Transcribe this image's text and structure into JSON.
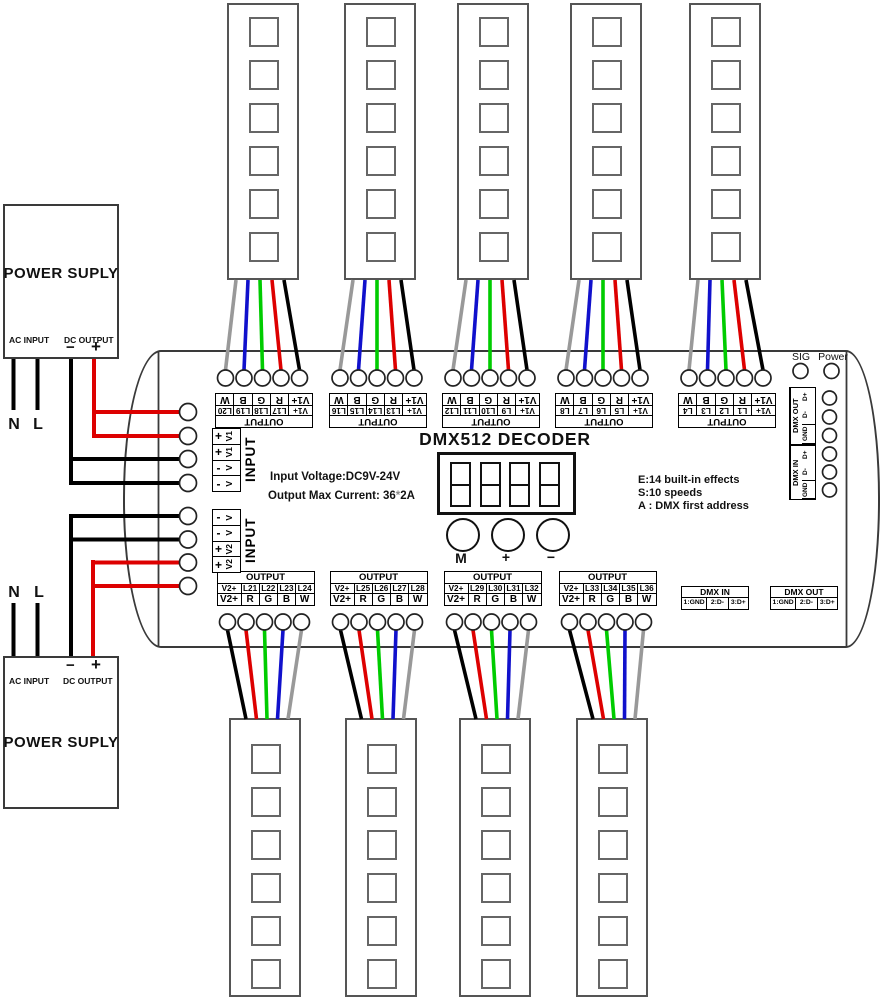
{
  "diagram": {
    "name": "DMX512 decoder wiring diagram"
  },
  "wire_colors": [
    "#999999",
    "#1111cc",
    "#00cc00",
    "#dd0000",
    "#000000"
  ],
  "accent_red": "#dd0000",
  "power_supplies": {
    "top": {
      "title": "POWER SUPLY",
      "ac_label": "AC INPUT",
      "dc_label": "DC OUTPUT",
      "minus": "−",
      "plus": "+",
      "n": "N",
      "l": "L"
    },
    "bottom": {
      "title": "POWER SUPLY",
      "ac_label": "AC INPUT",
      "dc_label": "DC OUTPUT",
      "minus": "−",
      "plus": "+",
      "n": "N",
      "l": "L"
    }
  },
  "decoder": {
    "title": "DMX512 DECODER",
    "specs": {
      "input_voltage": "Input Voltage:DC9V-24V",
      "out_current_1": "Output Max  Current: 36",
      "out_current_star": "*",
      "out_current_2": "2A"
    },
    "notes": [
      "E:14 built-in effects",
      "S:10 speeds",
      "A : DMX first address"
    ],
    "buttons": [
      "M",
      "+",
      "−"
    ],
    "sig_label": "SIG",
    "power_label": "Power",
    "top_output_blocks": [
      {
        "header": "OUTPUT",
        "channels": [
          "V1+",
          "L17",
          "L18",
          "L19",
          "L20"
        ],
        "pins": [
          "V1+",
          "R",
          "G",
          "B",
          "W"
        ]
      },
      {
        "header": "OUTPUT",
        "channels": [
          "V1+",
          "L13",
          "L14",
          "L15",
          "L16"
        ],
        "pins": [
          "V1+",
          "R",
          "G",
          "B",
          "W"
        ]
      },
      {
        "header": "OUTPUT",
        "channels": [
          "V1+",
          "L9",
          "L10",
          "L11",
          "L12"
        ],
        "pins": [
          "V1+",
          "R",
          "G",
          "B",
          "W"
        ]
      },
      {
        "header": "OUTPUT",
        "channels": [
          "V1+",
          "L5",
          "L6",
          "L7",
          "L8"
        ],
        "pins": [
          "V1+",
          "R",
          "G",
          "B",
          "W"
        ]
      },
      {
        "header": "OUTPUT",
        "channels": [
          "V1+",
          "L1",
          "L2",
          "L3",
          "L4"
        ],
        "pins": [
          "V1+",
          "R",
          "G",
          "B",
          "W"
        ]
      }
    ],
    "bottom_output_blocks": [
      {
        "header": "OUTPUT",
        "channels": [
          "V2+",
          "L21",
          "L22",
          "L23",
          "L24"
        ],
        "pins": [
          "V2+",
          "R",
          "G",
          "B",
          "W"
        ]
      },
      {
        "header": "OUTPUT",
        "channels": [
          "V2+",
          "L25",
          "L26",
          "L27",
          "L28"
        ],
        "pins": [
          "V2+",
          "R",
          "G",
          "B",
          "W"
        ]
      },
      {
        "header": "OUTPUT",
        "channels": [
          "V2+",
          "L29",
          "L30",
          "L31",
          "L32"
        ],
        "pins": [
          "V2+",
          "R",
          "G",
          "B",
          "W"
        ]
      },
      {
        "header": "OUTPUT",
        "channels": [
          "V2+",
          "L33",
          "L34",
          "L35",
          "L36"
        ],
        "pins": [
          "V2+",
          "R",
          "G",
          "B",
          "W"
        ]
      }
    ],
    "input_blocks": [
      {
        "label": "INPUT",
        "cells": [
          [
            "+",
            "V1"
          ],
          [
            "+",
            "V1"
          ],
          [
            "-",
            "V"
          ],
          [
            "-",
            "V"
          ]
        ]
      },
      {
        "label": "INPUT",
        "cells": [
          [
            "-",
            "V"
          ],
          [
            "-",
            "V"
          ],
          [
            "+",
            "V2"
          ],
          [
            "+",
            "V2"
          ]
        ]
      }
    ],
    "dmx_side_blocks": [
      {
        "label": "DMX OUT",
        "pins": [
          "GND",
          "D-",
          "D+"
        ]
      },
      {
        "label": "DMX IN",
        "pins": [
          "GND",
          "D-",
          "D+"
        ]
      }
    ],
    "dmx_bottom_blocks": [
      {
        "header": "DMX IN",
        "pins": [
          "1:GND",
          "2:D-",
          "3:D+"
        ]
      },
      {
        "header": "DMX OUT",
        "pins": [
          "1:GND",
          "2:D-",
          "3:D+"
        ]
      }
    ]
  },
  "strips": {
    "top_count": 5,
    "bottom_count": 4,
    "leds_per_strip": 6
  }
}
